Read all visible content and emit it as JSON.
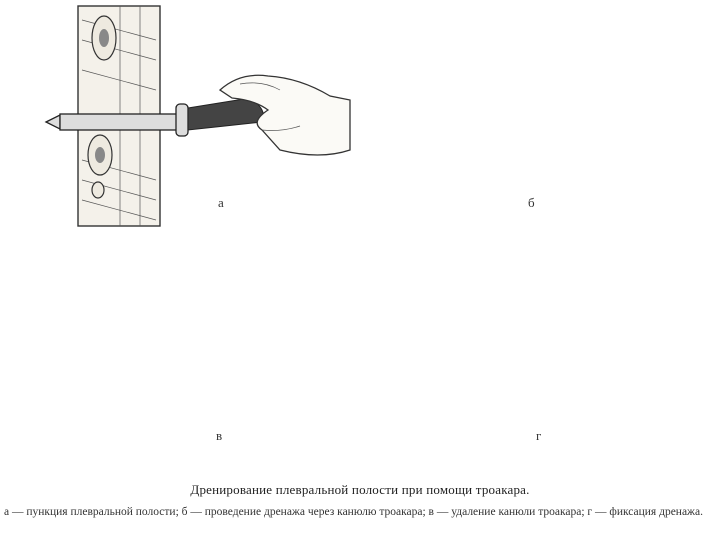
{
  "figure": {
    "panels": [
      {
        "id": "a",
        "label": "а"
      },
      {
        "id": "b",
        "label": "б"
      },
      {
        "id": "v",
        "label": "в"
      },
      {
        "id": "g",
        "label": "г"
      }
    ],
    "caption_title": "Дренирование плевральной полости при помощи троакара.",
    "caption_description": "а — пункция плевральной полости; б — проведение дренажа через канюлю троакара; в — удаление канюли троакара; г — фиксация дренажа."
  }
}
